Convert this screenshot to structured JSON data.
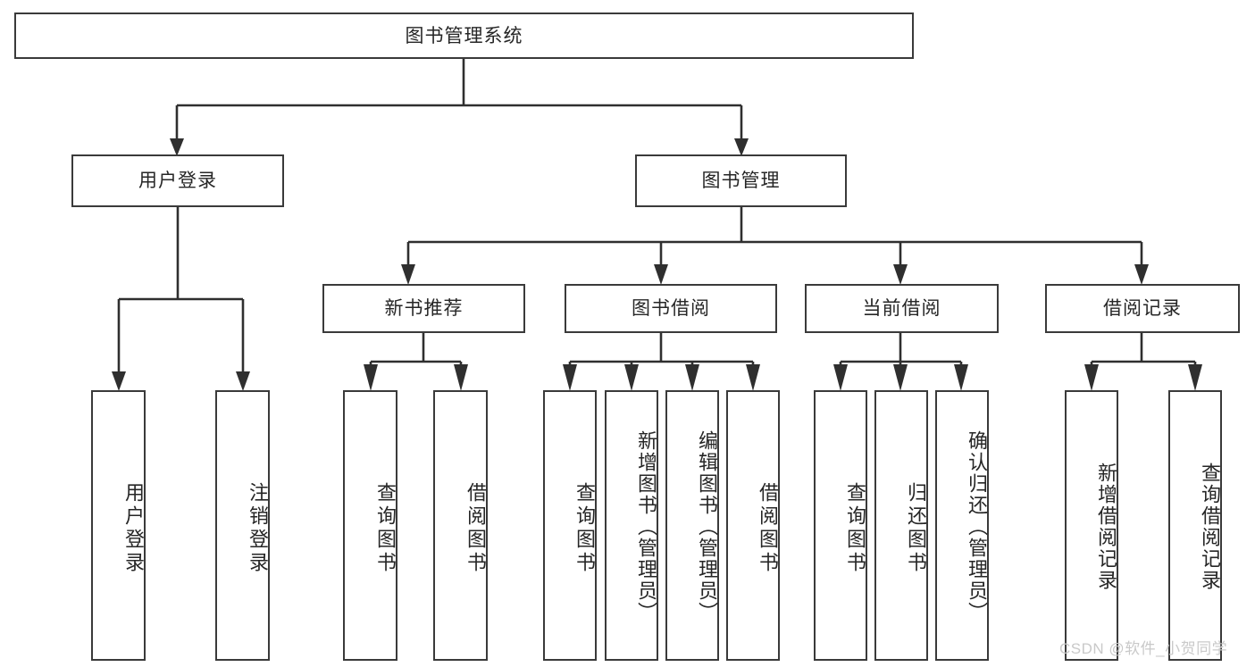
{
  "diagram": {
    "title": "图书管理系统",
    "type": "tree",
    "orientation": "top-down",
    "colors": {
      "box_border": "#3a3a3a",
      "box_fill": "#ffffff",
      "edge": "#2f2f2f",
      "text": "#262626",
      "watermark": "#c9c9c9",
      "background": "#ffffff"
    }
  },
  "nodes": {
    "root": {
      "label": "图书管理系统"
    },
    "level2": [
      {
        "id": "user-login",
        "label": "用户登录"
      },
      {
        "id": "book-manage",
        "label": "图书管理"
      }
    ],
    "level3": [
      {
        "id": "new-book-recommend",
        "label": "新书推荐"
      },
      {
        "id": "book-borrow",
        "label": "图书借阅"
      },
      {
        "id": "current-borrow",
        "label": "当前借阅"
      },
      {
        "id": "borrow-record",
        "label": "借阅记录"
      }
    ],
    "leaves": {
      "user-login": [
        {
          "id": "leaf-user-login",
          "label": "用户登录"
        },
        {
          "id": "leaf-logout-login",
          "label": "注销登录"
        }
      ],
      "new-book-recommend": [
        {
          "id": "leaf-query-book-1",
          "label": "查询图书"
        },
        {
          "id": "leaf-borrow-book-1",
          "label": "借阅图书"
        }
      ],
      "book-borrow": [
        {
          "id": "leaf-query-book-2",
          "label": "查询图书"
        },
        {
          "id": "leaf-add-book",
          "label": "新增图书（管理员）"
        },
        {
          "id": "leaf-edit-book",
          "label": "编辑图书（管理员）"
        },
        {
          "id": "leaf-borrow-book-2",
          "label": "借阅图书"
        }
      ],
      "current-borrow": [
        {
          "id": "leaf-query-book-3",
          "label": "查询图书"
        },
        {
          "id": "leaf-return-book",
          "label": "归还图书"
        },
        {
          "id": "leaf-confirm-return",
          "label": "确认归还（管理员）"
        }
      ],
      "borrow-record": [
        {
          "id": "leaf-add-record",
          "label": "新增借阅记录"
        },
        {
          "id": "leaf-query-record",
          "label": "查询借阅记录"
        }
      ]
    }
  },
  "watermark": {
    "text": "CSDN @软件_小贺同学"
  }
}
